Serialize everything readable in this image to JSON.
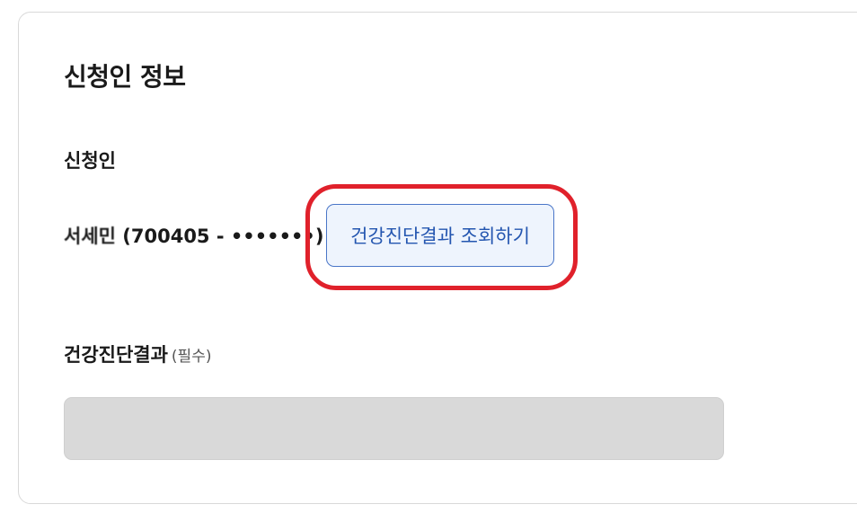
{
  "section": {
    "title": "신청인 정보"
  },
  "applicant": {
    "label": "신청인",
    "name": "서세민",
    "id_display": " (700405 - •••••••)"
  },
  "actions": {
    "query_health_check_label": "건강진단결과 조회하기"
  },
  "health_check_result": {
    "label": "건강진단결과",
    "required_tag": "(필수)",
    "value": ""
  },
  "colors": {
    "highlight": "#e0212b",
    "button_text": "#2456b0",
    "button_bg": "#eef4fd",
    "disabled_field": "#d9d9d9"
  }
}
